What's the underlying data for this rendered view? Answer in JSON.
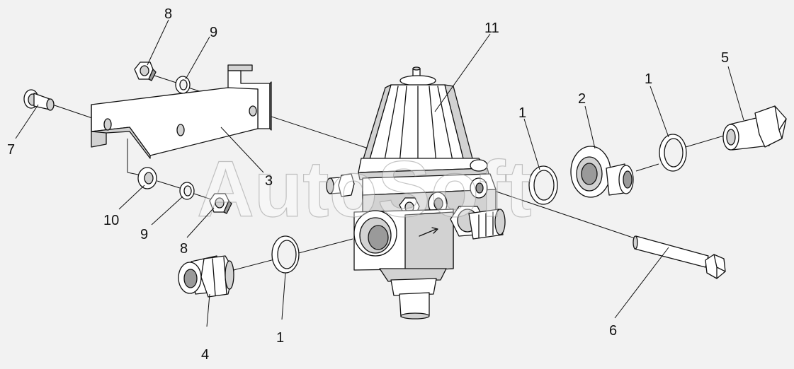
{
  "watermark": "AutoSoft",
  "callouts": [
    {
      "number": "1",
      "part": "sealing-ring-front"
    },
    {
      "number": "1",
      "part": "sealing-ring-banjo-left"
    },
    {
      "number": "1",
      "part": "sealing-ring-banjo-right"
    },
    {
      "number": "2",
      "part": "banjo-fitting"
    },
    {
      "number": "3",
      "part": "mounting-bracket"
    },
    {
      "number": "4",
      "part": "union-fitting"
    },
    {
      "number": "5",
      "part": "banjo-bolt"
    },
    {
      "number": "6",
      "part": "mounting-bolt"
    },
    {
      "number": "7",
      "part": "bracket-bolt"
    },
    {
      "number": "8",
      "part": "upper-nut"
    },
    {
      "number": "8",
      "part": "lower-nut"
    },
    {
      "number": "9",
      "part": "upper-spring-washer"
    },
    {
      "number": "9",
      "part": "lower-spring-washer"
    },
    {
      "number": "10",
      "part": "flat-washer"
    },
    {
      "number": "11",
      "part": "regulator-valve"
    }
  ],
  "colors": {
    "background": "#f2f2f2",
    "part_light": "#ffffff",
    "part_shade": "#d2d2d2",
    "part_dark": "#9a9a9a",
    "line": "#111111"
  }
}
